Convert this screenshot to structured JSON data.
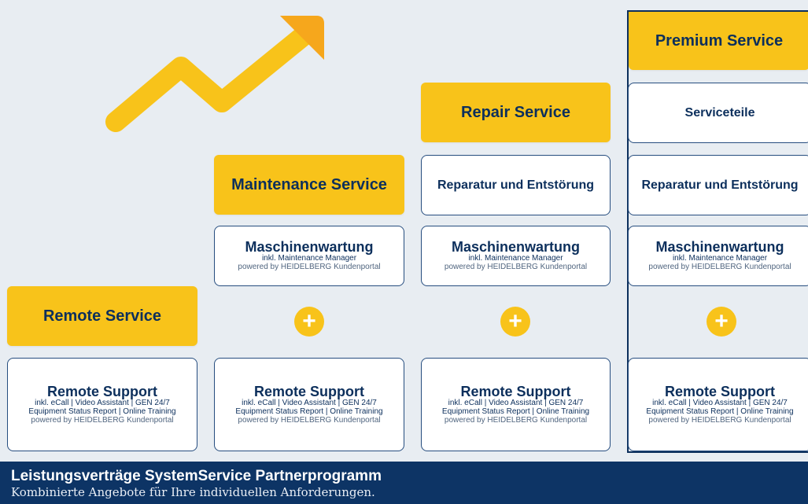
{
  "tiers": {
    "remote": {
      "header": "Remote Service"
    },
    "maintenance": {
      "header": "Maintenance Service"
    },
    "repair": {
      "header": "Repair Service"
    },
    "premium": {
      "header": "Premium Service"
    }
  },
  "cards": {
    "serviceteile": "Serviceteile",
    "reparatur": "Reparatur und Entstörung",
    "wartung": {
      "title": "Maschinenwartung",
      "line1": "inkl. Maintenance Manager",
      "line2": "powered by HEIDELBERG Kundenportal"
    },
    "remote_support": {
      "title": "Remote Support",
      "line1": "inkl. eCall | Video Assistant | GEN 24/7",
      "line2": "Equipment Status Report | Online Training",
      "line3": "powered by HEIDELBERG Kundenportal"
    }
  },
  "plus_symbol": "+",
  "footer": {
    "title": "Leistungsverträge SystemService Partnerprogramm",
    "subtitle": "Kombinierte Angebote für Ihre individuellen Anforderungen."
  },
  "colors": {
    "accent_yellow": "#f8c31a",
    "arrow_tip": "#f39c1f",
    "navy": "#0c2f5c",
    "background": "#e8edf2"
  }
}
